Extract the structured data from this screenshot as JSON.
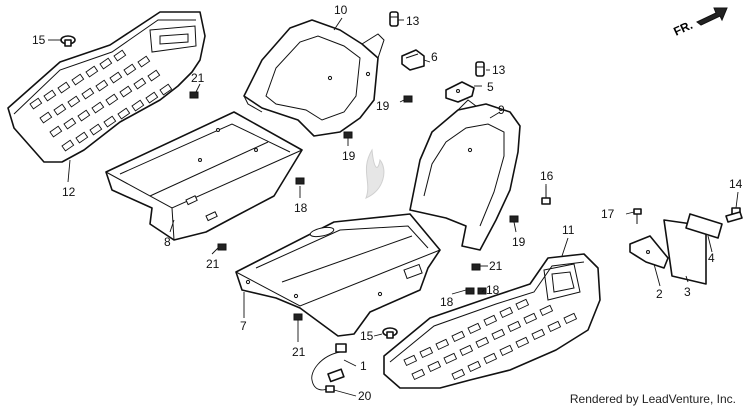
{
  "orientation_label": "FR.",
  "watermark": "LEADVENTURE",
  "credit": "Rendered by LeadVenture, Inc.",
  "callouts": {
    "c15a": "15",
    "c21a": "21",
    "c12": "12",
    "c10": "10",
    "c13a": "13",
    "c6": "6",
    "c13b": "13",
    "c5": "5",
    "c19a": "19",
    "c19b": "19",
    "c9": "9",
    "c18a": "18",
    "c8": "8",
    "c21b": "21",
    "c16": "16",
    "c19c": "19",
    "c14": "14",
    "c17": "17",
    "c11": "11",
    "c4": "4",
    "c21c": "21",
    "c3": "3",
    "c2": "2",
    "c18b": "18",
    "c18c": "18",
    "c7": "7",
    "c15b": "15",
    "c21d": "21",
    "c1": "1",
    "c20": "20"
  }
}
